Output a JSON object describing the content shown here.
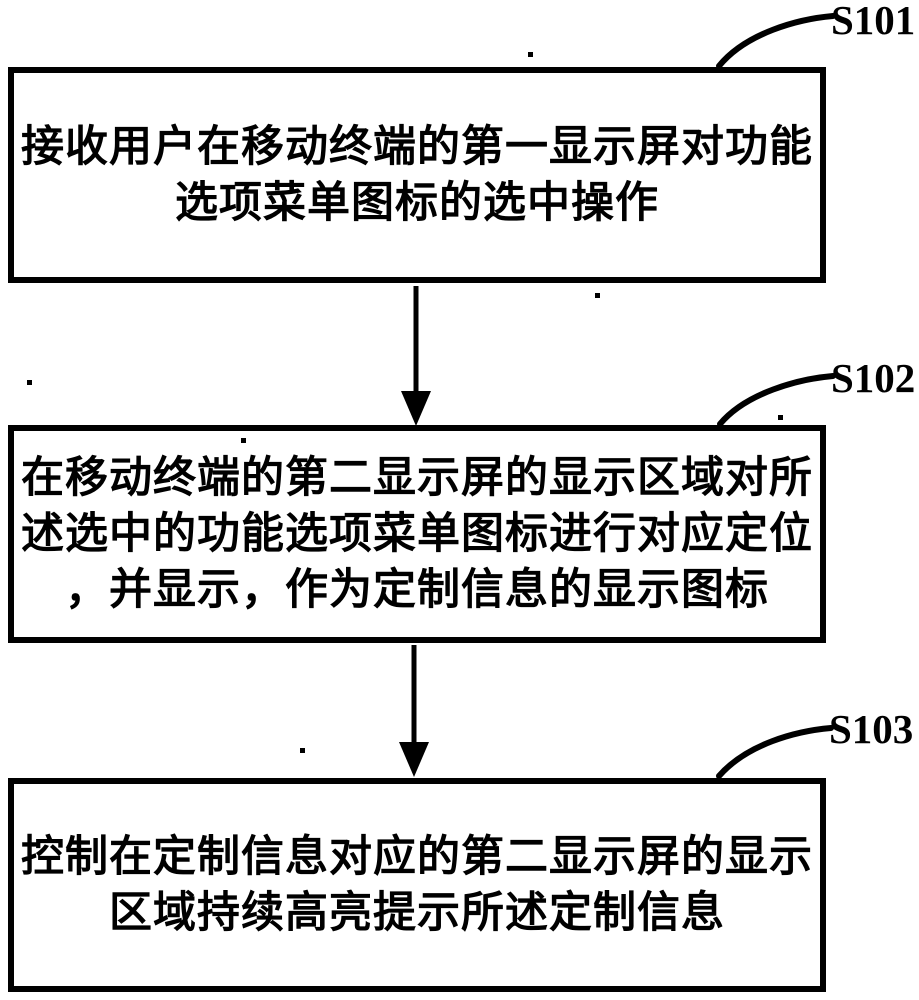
{
  "figure": {
    "background_color": "#ffffff",
    "ink_color": "#000000",
    "type": "flowchart"
  },
  "steps": [
    {
      "label": "S101",
      "lines": [
        "接收用户在移动终端的第一显示屏对功能",
        "选项菜单图标的选中操作"
      ]
    },
    {
      "label": "S102",
      "lines": [
        "在移动终端的第二显示屏的显示区域对所",
        "述选中的功能选项菜单图标进行对应定位",
        "，并显示，作为定制信息的显示图标"
      ]
    },
    {
      "label": "S103",
      "lines": [
        "控制在定制信息对应的第二显示屏的显示",
        "区域持续高亮提示所述定制信息"
      ]
    }
  ]
}
